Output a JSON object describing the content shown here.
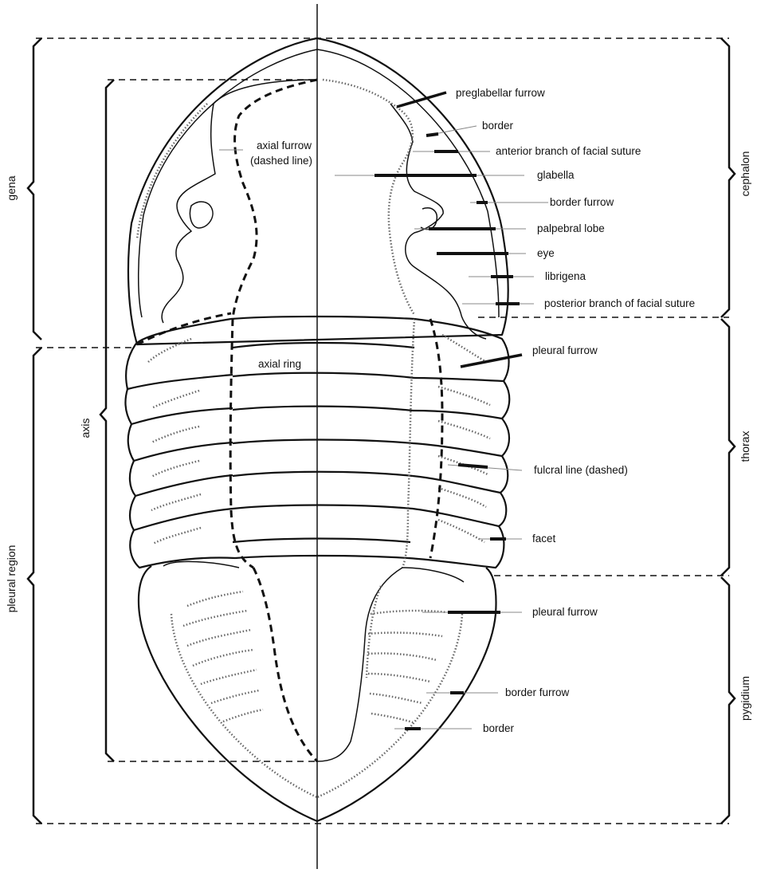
{
  "labels": {
    "preglabellar_furrow": "preglabellar furrow",
    "border_top": "border",
    "anterior_branch": "anterior branch of facial suture",
    "glabella": "glabella",
    "border_furrow_top": "border furrow",
    "palpebral_lobe": "palpebral lobe",
    "eye": "eye",
    "librigena": "librigena",
    "posterior_branch": "posterior branch of facial suture",
    "pleural_furrow_thorax": "pleural furrow",
    "fulcral_line": "fulcral line (dashed)",
    "facet": "facet",
    "pleural_furrow_pygidium": "pleural furrow",
    "border_furrow_pygidium": "border furrow",
    "border_pygidium": "border",
    "axial_furrow_line1": "axial furrow",
    "axial_furrow_line2": "(dashed line)",
    "axial_ring": "axial ring"
  },
  "regions": {
    "gena": "gena",
    "pleural_region": "pleural region",
    "axis": "axis",
    "cephalon": "cephalon",
    "thorax": "thorax",
    "pygidium": "pygidium"
  }
}
